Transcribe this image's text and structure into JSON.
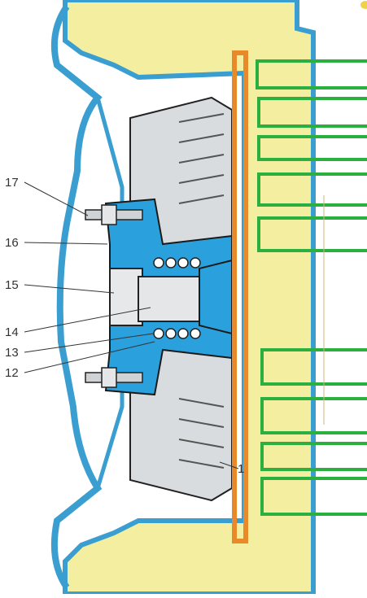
{
  "diagram": {
    "callouts": [
      {
        "id": "17",
        "label": "17"
      },
      {
        "id": "16",
        "label": "16"
      },
      {
        "id": "15",
        "label": "15"
      },
      {
        "id": "14",
        "label": "14"
      },
      {
        "id": "13",
        "label": "13"
      },
      {
        "id": "12",
        "label": "12"
      },
      {
        "id": "1",
        "label": "1"
      }
    ],
    "answer_boxes": [
      {
        "id": "box-1",
        "value": ""
      },
      {
        "id": "box-2",
        "value": ""
      },
      {
        "id": "box-3",
        "value": ""
      },
      {
        "id": "box-4",
        "value": ""
      },
      {
        "id": "box-5",
        "value": ""
      },
      {
        "id": "box-6",
        "value": ""
      },
      {
        "id": "box-7",
        "value": ""
      },
      {
        "id": "box-8",
        "value": ""
      },
      {
        "id": "box-9",
        "value": ""
      }
    ],
    "colors": {
      "rim_fill": "#f3eea0",
      "rim_outline": "#3a9fd0",
      "hub_blue": "#2aa0dc",
      "drum_grey": "#d9dcde",
      "orange_bar": "#e88a2a",
      "green_box": "#2bb03f"
    }
  }
}
